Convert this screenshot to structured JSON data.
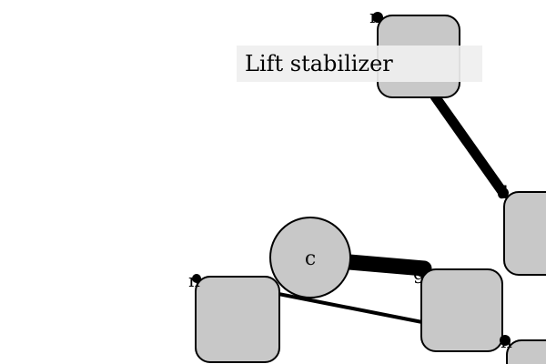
{
  "colors": {
    "background": "#ffffff",
    "node_fill": "#c8c8c8",
    "node_stroke": "#000000",
    "edge": "#000000",
    "tooltip_bg": "#efefef"
  },
  "tooltip": {
    "text": "Lift stabilizer"
  },
  "nodes": {
    "circle_c": {
      "label": "c"
    }
  },
  "ports": {
    "top": "n",
    "right_upper": "d",
    "middle": "g",
    "left": "n",
    "bottom_right": "n"
  }
}
